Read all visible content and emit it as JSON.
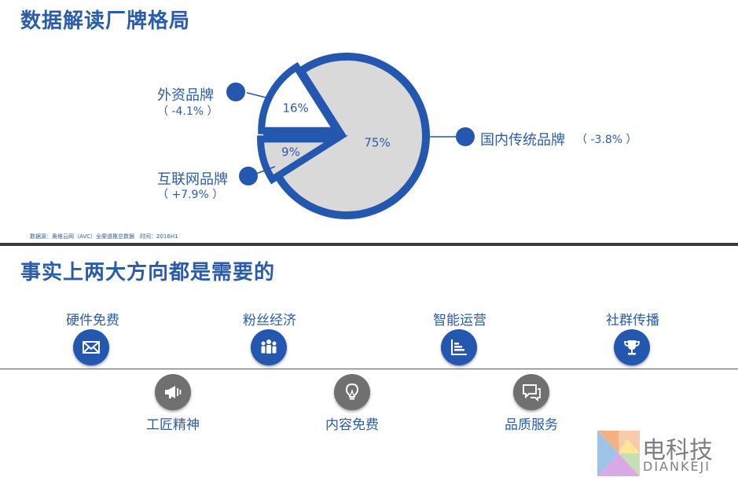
{
  "section1": {
    "title": "数据解读厂牌格局",
    "source_note": "数据源：奥维云网（AVC）全渠道推总数据　时间：2016H1"
  },
  "chart_data": {
    "type": "pie",
    "categories": [
      "国内传统品牌",
      "外资品牌",
      "互联网品牌"
    ],
    "values": [
      75,
      9,
      16
    ],
    "data_labels": [
      "75%",
      "9%",
      "16%"
    ],
    "changes": [
      "（ -3.8% ）",
      "（ -4.1% ）",
      "（ +7.9% ）"
    ],
    "colors": [
      "#d9d9d9",
      "#d9d9d9",
      "#ffffff"
    ],
    "outline_color": "#2457b0"
  },
  "section2": {
    "title": "事实上两大方向都是需要的",
    "top_items": [
      {
        "label": "硬件免费",
        "icon": "envelope-icon"
      },
      {
        "label": "粉丝经济",
        "icon": "people-icon"
      },
      {
        "label": "智能运营",
        "icon": "bar-chart-icon"
      },
      {
        "label": "社群传播",
        "icon": "trophy-icon"
      }
    ],
    "bottom_items": [
      {
        "label": "工匠精神",
        "icon": "megaphone-icon"
      },
      {
        "label": "内容免费",
        "icon": "lightbulb-icon"
      },
      {
        "label": "品质服务",
        "icon": "chat-icon"
      }
    ]
  },
  "colors": {
    "accent": "#2457b0",
    "grey": "#707070",
    "text": "#2a5caa"
  },
  "logo": {
    "cn": "电科技",
    "en": "DIANKEJI"
  }
}
